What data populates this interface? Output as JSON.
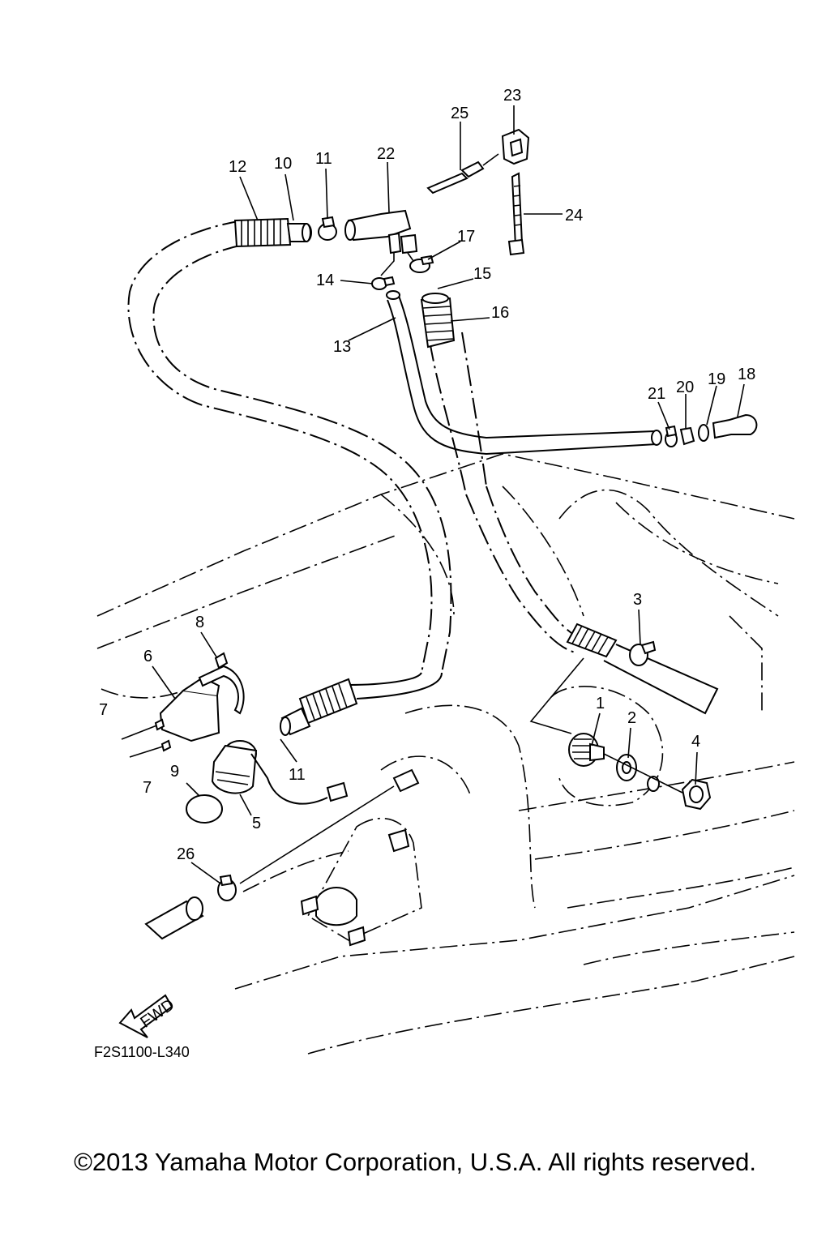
{
  "diagram": {
    "code": "F2S1100-L340",
    "fwd_label": "FWD",
    "copyright": "©2013 Yamaha Motor Corporation, U.S.A. All rights reserved.",
    "callouts": [
      {
        "id": "1",
        "label": "1"
      },
      {
        "id": "2",
        "label": "2"
      },
      {
        "id": "3",
        "label": "3"
      },
      {
        "id": "4",
        "label": "4"
      },
      {
        "id": "5",
        "label": "5"
      },
      {
        "id": "6",
        "label": "6"
      },
      {
        "id": "7a",
        "label": "7"
      },
      {
        "id": "7b",
        "label": "7"
      },
      {
        "id": "8",
        "label": "8"
      },
      {
        "id": "9",
        "label": "9"
      },
      {
        "id": "10",
        "label": "10"
      },
      {
        "id": "11a",
        "label": "11"
      },
      {
        "id": "11b",
        "label": "11"
      },
      {
        "id": "12",
        "label": "12"
      },
      {
        "id": "13",
        "label": "13"
      },
      {
        "id": "14",
        "label": "14"
      },
      {
        "id": "15",
        "label": "15"
      },
      {
        "id": "16",
        "label": "16"
      },
      {
        "id": "17",
        "label": "17"
      },
      {
        "id": "18",
        "label": "18"
      },
      {
        "id": "19",
        "label": "19"
      },
      {
        "id": "20",
        "label": "20"
      },
      {
        "id": "21",
        "label": "21"
      },
      {
        "id": "22",
        "label": "22"
      },
      {
        "id": "23",
        "label": "23"
      },
      {
        "id": "24",
        "label": "24"
      },
      {
        "id": "25",
        "label": "25"
      },
      {
        "id": "26",
        "label": "26"
      }
    ]
  }
}
